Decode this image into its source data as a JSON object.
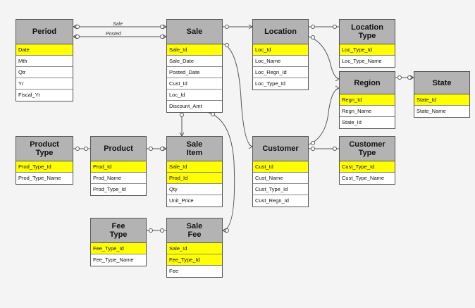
{
  "relationship_labels": {
    "sale": "Sale",
    "posted": "Posted"
  },
  "colors": {
    "header": "#b3b3b3",
    "key": "#ffff00",
    "line": "#555555"
  },
  "entities": {
    "period": {
      "name": "Period",
      "rows": [
        "Date",
        "Mth",
        "Qtr",
        "Yr",
        "Fiscal_Yr"
      ],
      "keys": [
        0
      ]
    },
    "sale": {
      "name": "Sale",
      "rows": [
        "Sale_Id",
        "Sale_Date",
        "Posted_Date",
        "Cust_Id",
        "Loc_Id",
        "Discount_Amt"
      ],
      "keys": [
        0
      ]
    },
    "location": {
      "name": "Location",
      "rows": [
        "Loc_Id",
        "Loc_Name",
        "Loc_Regn_Id",
        "Loc_Type_Id"
      ],
      "keys": [
        0
      ]
    },
    "location_type": {
      "name": "Location Type",
      "rows": [
        "Loc_Type_Id",
        "Loc_Type_Name"
      ],
      "keys": [
        0
      ]
    },
    "region": {
      "name": "Region",
      "rows": [
        "Regn_Id",
        "Regn_Name",
        "State_Id"
      ],
      "keys": [
        0
      ]
    },
    "state": {
      "name": "State",
      "rows": [
        "State_Id",
        "State_Name"
      ],
      "keys": [
        0
      ]
    },
    "product_type": {
      "name": "Product Type",
      "rows": [
        "Prod_Type_Id",
        "Prod_Type_Name"
      ],
      "keys": [
        0
      ]
    },
    "product": {
      "name": "Product",
      "rows": [
        "Prod_Id",
        "Prod_Name",
        "Prod_Type_Id"
      ],
      "keys": [
        0
      ]
    },
    "sale_item": {
      "name": "Sale Item",
      "rows": [
        "Sale_Id",
        "Prod_Id",
        "Qty",
        "Unit_Price"
      ],
      "keys": [
        0,
        1
      ]
    },
    "customer": {
      "name": "Customer",
      "rows": [
        "Cust_Id",
        "Cust_Name",
        "Cust_Type_Id",
        "Cust_Regn_Id"
      ],
      "keys": [
        0
      ]
    },
    "customer_type": {
      "name": "Customer Type",
      "rows": [
        "Cust_Type_Id",
        "Cust_Type_Name"
      ],
      "keys": [
        0
      ]
    },
    "fee_type": {
      "name": "Fee Type",
      "rows": [
        "Fee_Type_Id",
        "Fee_Type_Name"
      ],
      "keys": [
        0
      ]
    },
    "sale_fee": {
      "name": "Sale Fee",
      "rows": [
        "Sale_Id",
        "Fee_Type_Id",
        "Fee"
      ],
      "keys": [
        0,
        1
      ]
    }
  }
}
